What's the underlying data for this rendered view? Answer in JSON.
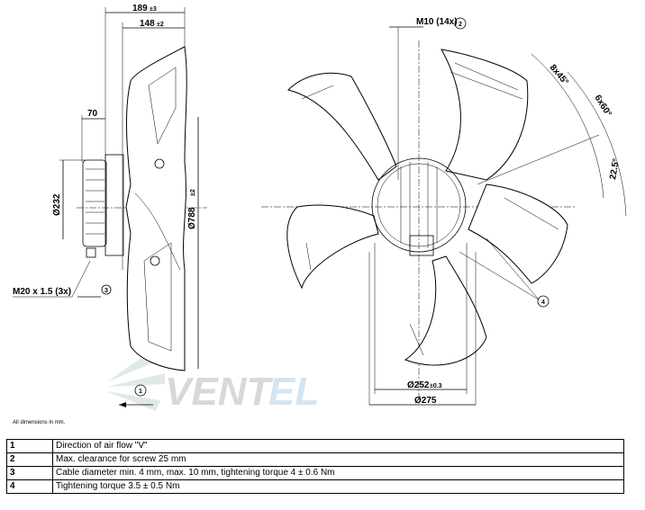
{
  "side_view": {
    "dim_189": "189",
    "tol_189": "±3",
    "dim_148": "148",
    "tol_148": "±2",
    "dim_70": "70",
    "dim_232": "Ø232",
    "dim_788": "Ø788",
    "tol_788": "±2",
    "cable_gland": "M20 x 1.5 (3x)",
    "callout_3": "3",
    "callout_1": "1"
  },
  "front_view": {
    "screw": "M10 (14x)",
    "callout_2": "2",
    "angle_1": "8x45°",
    "angle_2": "6x60°",
    "angle_3": "22.5°",
    "dim_252": "Ø252",
    "tol_252": "±0.3",
    "dim_275": "Ø275",
    "callout_4": "4"
  },
  "watermark": "VENTEL",
  "note": "All dimensions in mm.",
  "legend": [
    {
      "num": "1",
      "text": "Direction of air flow \"V\""
    },
    {
      "num": "2",
      "text": "Max. clearance for screw 25 mm"
    },
    {
      "num": "3",
      "text": "Cable diameter min. 4 mm, max. 10 mm, tightening torque 4 ± 0.6 Nm"
    },
    {
      "num": "4",
      "text": "Tightening torque 3.5 ± 0.5 Nm"
    }
  ]
}
